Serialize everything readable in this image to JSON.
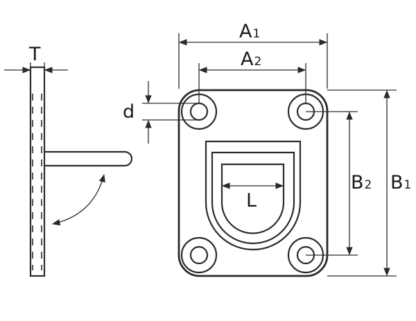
{
  "diagram": {
    "labels": {
      "T": "T",
      "A1_main": "A",
      "A1_sub": "1",
      "A2_main": "A",
      "A2_sub": "2",
      "B1_main": "B",
      "B1_sub": "1",
      "B2_main": "B",
      "B2_sub": "2",
      "d": "d",
      "L": "L"
    },
    "colors": {
      "stroke": "#2a2a2a",
      "background": "#ffffff"
    }
  }
}
